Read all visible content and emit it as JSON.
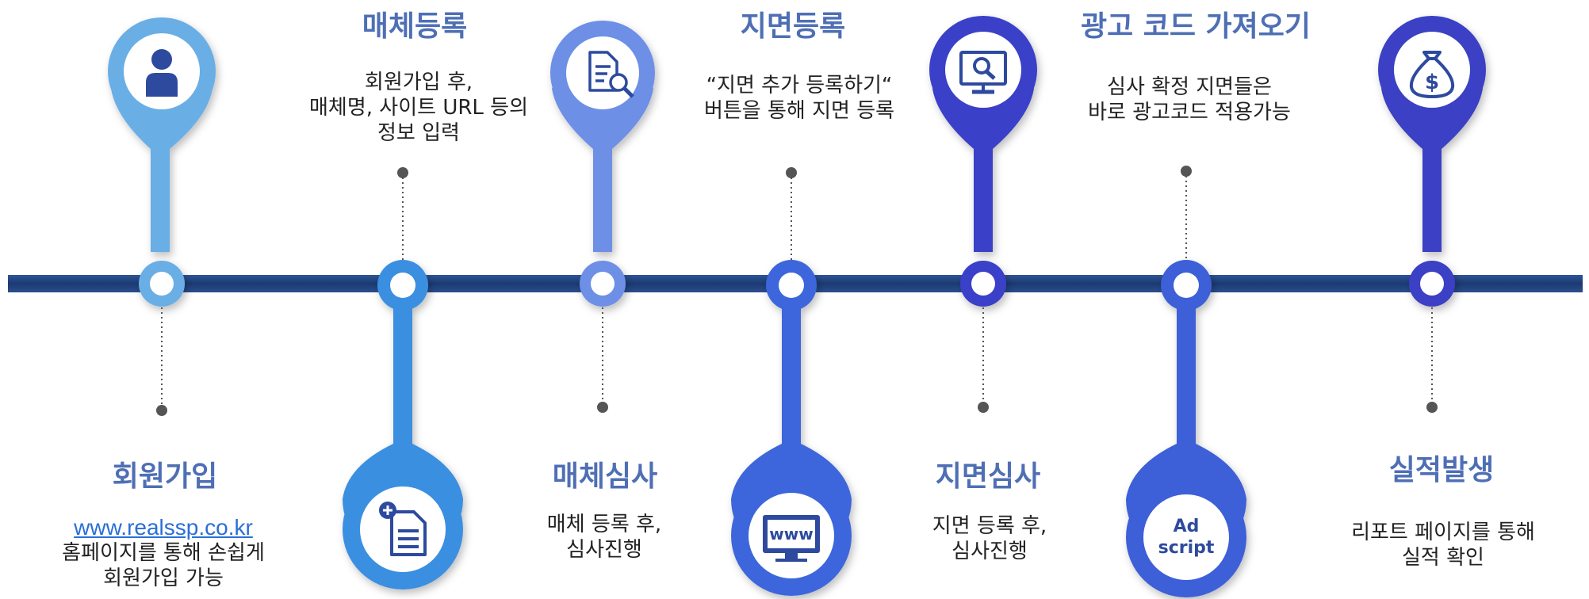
{
  "steps": [
    {
      "id": "signup",
      "title": "회원가입",
      "lines": [
        "www.realssp.co.kr",
        "홈페이지를 통해 손쉽게",
        "회원가입 가능"
      ],
      "icon": "user-icon",
      "color": "#6aaee6"
    },
    {
      "id": "media-register",
      "title": "매체등록",
      "lines": [
        "회원가입 후,",
        "매체명, 사이트 URL 등의",
        "정보 입력"
      ],
      "icon": "document-add-icon",
      "color": "#3a8fe0"
    },
    {
      "id": "media-review",
      "title": "매체심사",
      "lines": [
        "매체 등록 후,",
        "심사진행"
      ],
      "icon": "document-search-icon",
      "color": "#6d8fe6"
    },
    {
      "id": "zone-register",
      "title": "지면등록",
      "lines": [
        "“지면 추가 등록하기“",
        "버튼을 통해 지면 등록"
      ],
      "icon": "www-monitor-icon",
      "icon_text": "www",
      "color": "#3c66dc"
    },
    {
      "id": "zone-review",
      "title": "지면심사",
      "lines": [
        "지면 등록 후,",
        "심사진행"
      ],
      "icon": "monitor-search-icon",
      "color": "#3a3fc8"
    },
    {
      "id": "ad-code",
      "title": "광고 코드 가져오기",
      "lines": [
        "심사 확정 지면들은",
        "바로 광고코드 적용가능"
      ],
      "icon": "ad-script-icon",
      "icon_text_1": "Ad",
      "icon_text_2": "script",
      "color": "#3c5fd8"
    },
    {
      "id": "performance",
      "title": "실적발생",
      "lines": [
        "리포트 페이지를 통해",
        "실적 확인"
      ],
      "icon": "money-bag-icon",
      "color": "#3b3fc4"
    }
  ],
  "colors": {
    "timeline": "#1f3f7a",
    "dot": "#555555",
    "title": "#4e6fb5",
    "text": "#222222",
    "link": "#2a6fd6"
  }
}
